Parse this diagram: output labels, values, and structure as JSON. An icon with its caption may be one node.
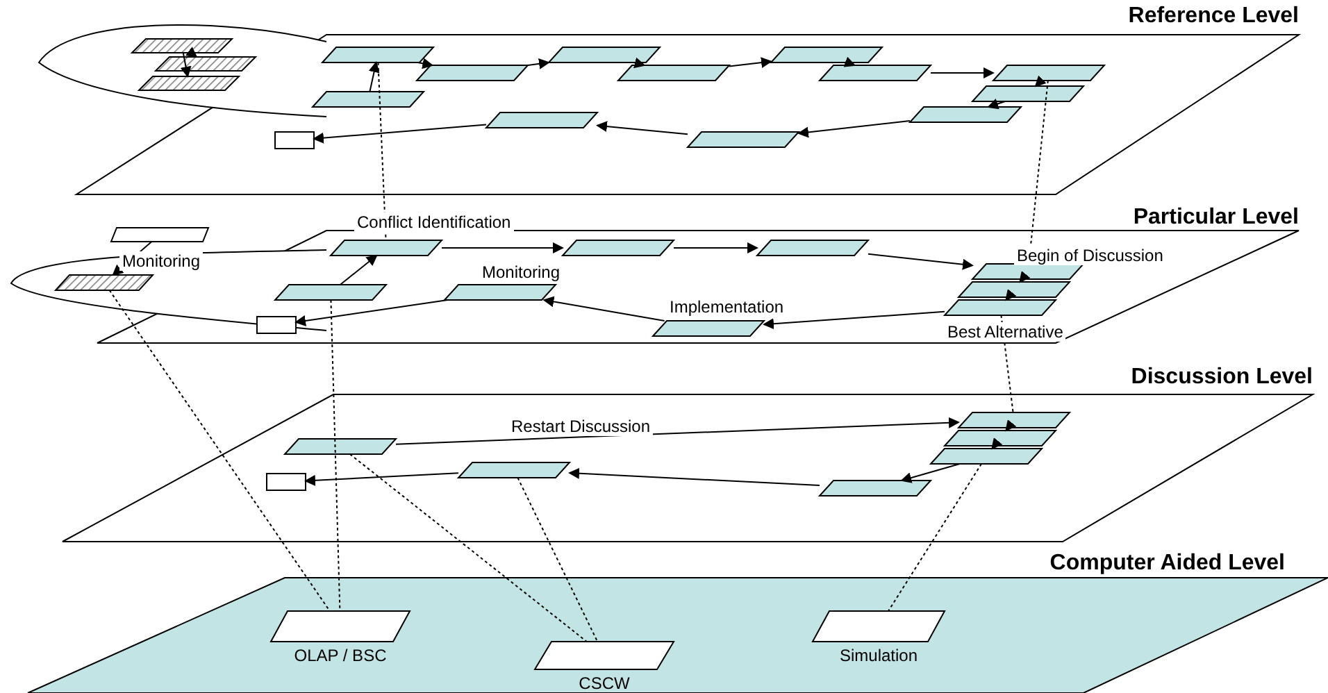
{
  "diagram": {
    "nodes": [
      {
        "text": [
          "Reference Level"
        ]
      },
      {
        "text": [],
        "shape": "parallelogram",
        "in": 0
      },
      {
        "text": [],
        "shape": "parallelogram",
        "in": 0
      },
      {
        "text": [],
        "shape": "parallelogram",
        "in": 0
      },
      {
        "text": [],
        "shape": "parallelogram",
        "in": 0
      },
      {
        "text": [],
        "shape": "parallelogram",
        "in": 0
      },
      {
        "text": [],
        "shape": "parallelogram",
        "in": 0
      },
      {
        "text": [],
        "shape": "parallelogram",
        "in": 0
      },
      {
        "text": [],
        "shape": "parallelogram",
        "in": 0
      },
      {
        "text": [],
        "shape": "parallelogram",
        "in": 0
      },
      {
        "text": [],
        "shape": "parallelogram",
        "in": 0
      },
      {
        "text": [],
        "shape": "parallelogram",
        "in": 0
      },
      {
        "text": [],
        "shape": "parallelogram",
        "in": 0
      },
      {
        "text": [],
        "shape": "parallelogram",
        "in": 0
      },
      {
        "text": [],
        "shape": "parallelogram",
        "in": 0
      },
      {
        "text": [],
        "shape": "parallelogram",
        "in": 0
      },
      {
        "text": [],
        "shape": "box",
        "in": 0
      },
      {
        "text": [
          "Particular Level"
        ]
      },
      {
        "text": [],
        "shape": "parallelogram",
        "in": 17
      },
      {
        "text": [],
        "shape": "parallelogram",
        "in": 17,
        "beside": [
          "Monitoring"
        ]
      },
      {
        "text": [],
        "shape": "parallelogram",
        "in": 17,
        "beside": [
          "Conflict Identification"
        ]
      },
      {
        "text": [],
        "shape": "parallelogram",
        "in": 17
      },
      {
        "text": [],
        "shape": "parallelogram",
        "in": 17
      },
      {
        "text": [],
        "shape": "parallelogram",
        "in": 17,
        "beside": [
          "Begin of Discussion"
        ]
      },
      {
        "text": [],
        "shape": "parallelogram",
        "in": 17
      },
      {
        "text": [],
        "shape": "parallelogram",
        "in": 17,
        "beside": [
          "Best Alternative"
        ]
      },
      {
        "text": [],
        "shape": "parallelogram",
        "in": 17,
        "beside": [
          "Implementation"
        ]
      },
      {
        "text": [],
        "shape": "parallelogram",
        "in": 17,
        "beside": [
          "Monitoring"
        ]
      },
      {
        "text": [],
        "shape": "parallelogram",
        "in": 17
      },
      {
        "text": [],
        "shape": "box",
        "in": 17
      },
      {
        "text": [
          "Discussion Level"
        ]
      },
      {
        "text": [],
        "shape": "parallelogram",
        "in": 30
      },
      {
        "text": [],
        "shape": "parallelogram",
        "in": 30
      },
      {
        "text": [],
        "shape": "parallelogram",
        "in": 30
      },
      {
        "text": [],
        "shape": "parallelogram",
        "in": 30
      },
      {
        "text": [],
        "shape": "parallelogram",
        "in": 30
      },
      {
        "text": [],
        "shape": "parallelogram",
        "in": 30
      },
      {
        "text": [],
        "shape": "box",
        "in": 30
      },
      {
        "text": [
          "Computer Aided Level"
        ]
      },
      {
        "text": [
          "OLAP / BSC"
        ],
        "in": 38
      },
      {
        "text": [
          "CSCW"
        ],
        "in": 38
      },
      {
        "text": [
          "Simulation"
        ],
        "in": 38
      }
    ],
    "edges": [
      {
        "from": 1,
        "to": 2,
        "arrow": "to"
      },
      {
        "from": 1,
        "to": 3,
        "arrow": "to"
      },
      {
        "from": 4,
        "to": 5,
        "arrow": "to"
      },
      {
        "from": 5,
        "to": 6,
        "arrow": "to"
      },
      {
        "from": 6,
        "to": 7,
        "arrow": "to"
      },
      {
        "from": 7,
        "to": 8,
        "arrow": "to"
      },
      {
        "from": 8,
        "to": 9,
        "arrow": "to"
      },
      {
        "from": 9,
        "to": 10,
        "arrow": "to"
      },
      {
        "from": 10,
        "to": 11,
        "arrow": "to"
      },
      {
        "from": 11,
        "to": 12,
        "arrow": "to"
      },
      {
        "from": 12,
        "to": 13,
        "arrow": "to"
      },
      {
        "from": 13,
        "to": 14,
        "arrow": "to"
      },
      {
        "from": 14,
        "to": 16,
        "arrow": "to"
      },
      {
        "from": 15,
        "to": 4,
        "arrow": "to"
      },
      {
        "from": 18,
        "to": 19,
        "arrow": "to"
      },
      {
        "from": 20,
        "to": 21,
        "arrow": "to"
      },
      {
        "from": 21,
        "to": 22,
        "arrow": "to"
      },
      {
        "from": 22,
        "to": 23,
        "arrow": "to"
      },
      {
        "from": 23,
        "to": 24,
        "arrow": "to"
      },
      {
        "from": 24,
        "to": 25,
        "arrow": "to"
      },
      {
        "from": 25,
        "to": 26,
        "arrow": "to"
      },
      {
        "from": 26,
        "to": 27,
        "arrow": "to"
      },
      {
        "from": 27,
        "to": 29,
        "arrow": "to"
      },
      {
        "from": 28,
        "to": 20,
        "arrow": "to"
      },
      {
        "from": 31,
        "to": 32,
        "arrow": "to",
        "label": "Restart Discussion"
      },
      {
        "from": 32,
        "to": 33,
        "arrow": "to"
      },
      {
        "from": 33,
        "to": 34,
        "arrow": "to"
      },
      {
        "from": 34,
        "to": 35,
        "arrow": "to"
      },
      {
        "from": 35,
        "to": 36,
        "arrow": "to"
      },
      {
        "from": 36,
        "to": 37,
        "arrow": "to"
      },
      {
        "from": 4,
        "to": 20,
        "arrow": "none",
        "style": "dashed"
      },
      {
        "from": 10,
        "to": 23,
        "arrow": "none",
        "style": "dashed"
      },
      {
        "from": 19,
        "to": 39,
        "arrow": "none",
        "style": "dashed"
      },
      {
        "from": 28,
        "to": 39,
        "arrow": "none",
        "style": "dashed"
      },
      {
        "from": 25,
        "to": 32,
        "arrow": "none",
        "style": "dashed"
      },
      {
        "from": 31,
        "to": 40,
        "arrow": "none",
        "style": "dashed"
      },
      {
        "from": 36,
        "to": 40,
        "arrow": "none",
        "style": "dashed"
      },
      {
        "from": 34,
        "to": 41,
        "arrow": "none",
        "style": "dashed"
      }
    ]
  }
}
